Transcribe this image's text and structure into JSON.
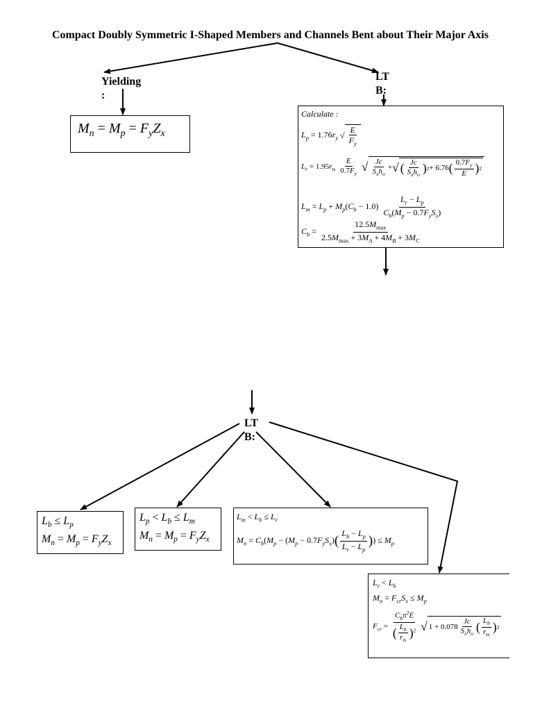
{
  "title": "Compact Doubly Symmetric I-Shaped Members and Channels Bent about Their Major Axis",
  "yielding": {
    "label": "Yielding",
    "colon": ":",
    "equation": "M_n = M_p = F_y Z_x"
  },
  "ltb_top": {
    "label": "LT",
    "label2": "B:"
  },
  "calculate_box": {
    "heading": "Calculate :",
    "Lp": "L_p = 1.76 r_y √(E/F_y)",
    "Lr": "L_r = 1.95 r_ts (E/0.7F_y) √(Jc/(S_x h_o) + √((Jc/(S_x h_o))^2 + 6.76(0.7F_y/E)^2))",
    "Lm": "L_m = L_p + M_p(C_b − 1.0)(L_r − L_p)/(C_b(M_p − 0.7F_y S_x))",
    "Cb": "C_b = 12.5M_max/(2.5M_max + 3M_A + 4M_B + 3M_C)"
  },
  "ltb_bottom": {
    "label": "LT",
    "label2": "B:"
  },
  "cases": [
    {
      "condition": "L_b ≤ L_p",
      "equation": "M_n = M_p = F_y Z_x"
    },
    {
      "condition": "L_p < L_b ≤ L_m",
      "equation": "M_n = M_p = F_y Z_x"
    },
    {
      "condition": "L_m < L_b ≤ L_r",
      "equation": "M_n = C_b(M_p − (M_p − 0.7F_y S_x)((L_b − L_p)/(L_r − L_p))) ≤ M_p"
    },
    {
      "condition": "L_r < L_b",
      "equation": "M_n = F_cr S_x ≤ M_p",
      "equation2": "F_cr = C_b π² E/(L_b/r_ts)² √(1 + 0.078 Jc/(S_x h_o) (L_b/r_ts)²)"
    }
  ]
}
